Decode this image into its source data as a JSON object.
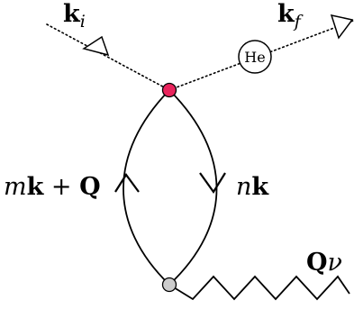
{
  "labels": {
    "k_i_main": "k",
    "k_i_sub": "i",
    "k_f_main": "k",
    "k_f_sub": "f",
    "helium": "He",
    "left_m": "m",
    "left_k": "k",
    "left_plus": " + ",
    "left_Q": "Q",
    "right_n": "n",
    "right_k": "k",
    "phonon_Q": "Q",
    "phonon_nu": "ν"
  },
  "colors": {
    "top_vertex": "#e8245c",
    "bottom_vertex": "#cccccc",
    "line": "#000000"
  }
}
